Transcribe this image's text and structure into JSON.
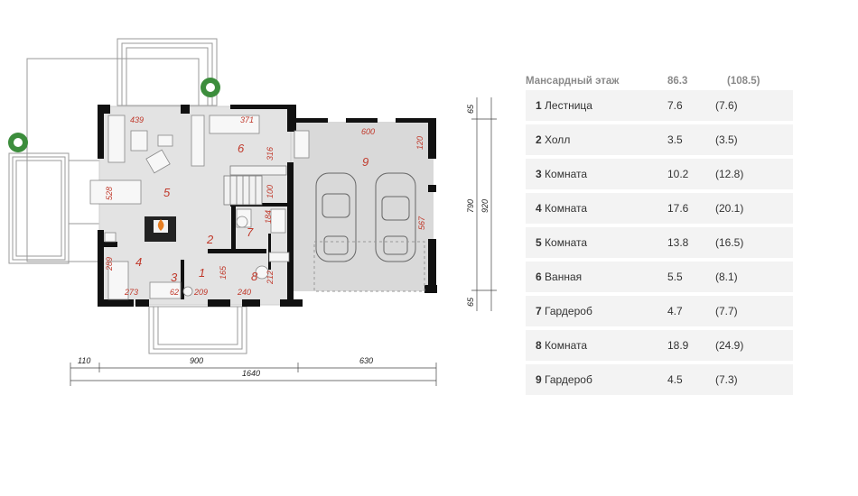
{
  "table": {
    "header": {
      "label": "Мансардный этаж",
      "area": "86.3",
      "total": "(108.5)"
    },
    "rows": [
      {
        "num": "1",
        "name": "Лестница",
        "area": "7.6",
        "total": "(7.6)"
      },
      {
        "num": "2",
        "name": "Холл",
        "area": "3.5",
        "total": "(3.5)"
      },
      {
        "num": "3",
        "name": "Комната",
        "area": "10.2",
        "total": "(12.8)"
      },
      {
        "num": "4",
        "name": "Комната",
        "area": "17.6",
        "total": "(20.1)"
      },
      {
        "num": "5",
        "name": "Комната",
        "area": "13.8",
        "total": "(16.5)"
      },
      {
        "num": "6",
        "name": "Ванная",
        "area": "5.5",
        "total": "(8.1)"
      },
      {
        "num": "7",
        "name": "Гардероб",
        "area": "4.7",
        "total": "(7.7)"
      },
      {
        "num": "8",
        "name": "Комната",
        "area": "18.9",
        "total": "(24.9)"
      },
      {
        "num": "9",
        "name": "Гардероб",
        "area": "4.5",
        "total": "(7.3)"
      }
    ]
  },
  "plan": {
    "room_labels": [
      "1",
      "2",
      "3",
      "4",
      "5",
      "6",
      "7",
      "8",
      "9"
    ],
    "inner_dims": [
      "439",
      "371",
      "600",
      "120",
      "316",
      "100",
      "528",
      "289",
      "273",
      "62",
      "209",
      "165",
      "240",
      "212",
      "184",
      "567"
    ],
    "outer_dims": [
      "110",
      "900",
      "630",
      "1640",
      "65",
      "790",
      "920",
      "65"
    ]
  },
  "colors": {
    "accent": "#c0392b",
    "wall": "#111111",
    "floor": "#d9d9d9",
    "row_bg": "#f3f3f3"
  },
  "icons": [
    "tree-icon",
    "car-icon",
    "fireplace-icon"
  ]
}
